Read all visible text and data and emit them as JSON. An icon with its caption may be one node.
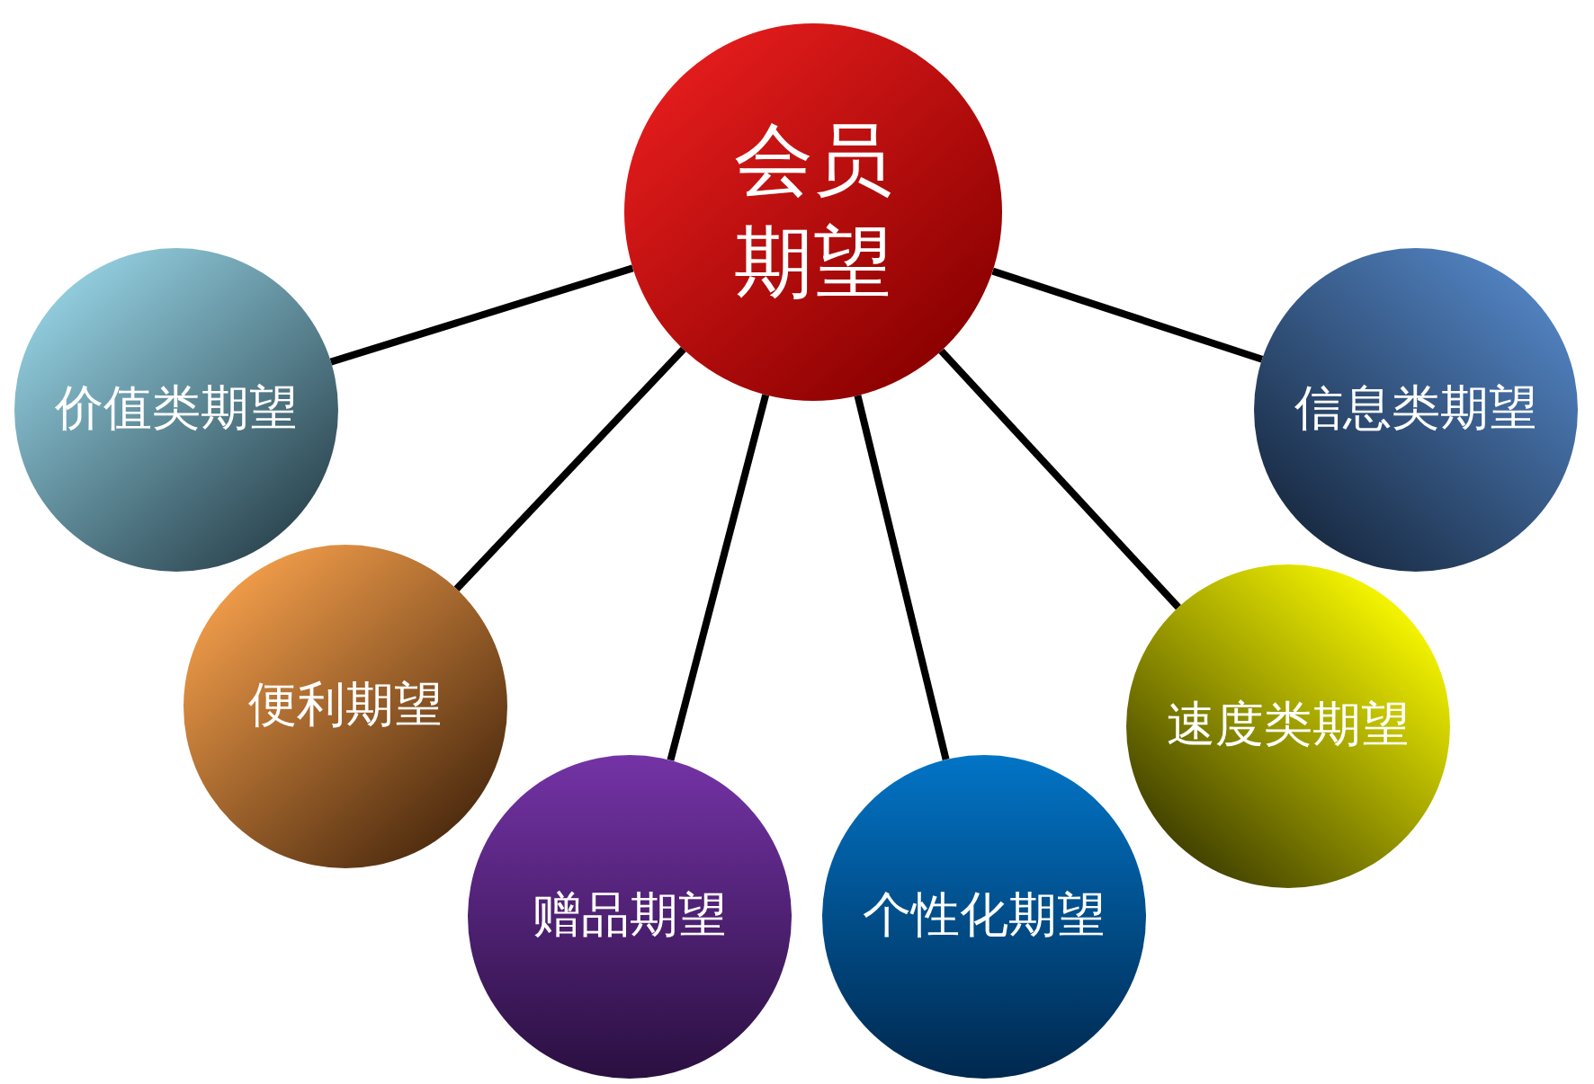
{
  "diagram": {
    "nodes": [
      {
        "text": [
          "会员期望"
        ]
      },
      {
        "text": [
          "价值类期望"
        ]
      },
      {
        "text": [
          "信息类期望"
        ]
      },
      {
        "text": [
          "便利期望"
        ]
      },
      {
        "text": [
          "速度类期望"
        ]
      },
      {
        "text": [
          "赠品期望"
        ]
      },
      {
        "text": [
          "个性化期望"
        ]
      }
    ],
    "edges": [
      {
        "from": 0,
        "to": 1,
        "arrow": "none"
      },
      {
        "from": 0,
        "to": 2,
        "arrow": "none"
      },
      {
        "from": 0,
        "to": 3,
        "arrow": "none"
      },
      {
        "from": 0,
        "to": 4,
        "arrow": "none"
      },
      {
        "from": 0,
        "to": 5,
        "arrow": "none"
      },
      {
        "from": 0,
        "to": 6,
        "arrow": "none"
      }
    ]
  }
}
